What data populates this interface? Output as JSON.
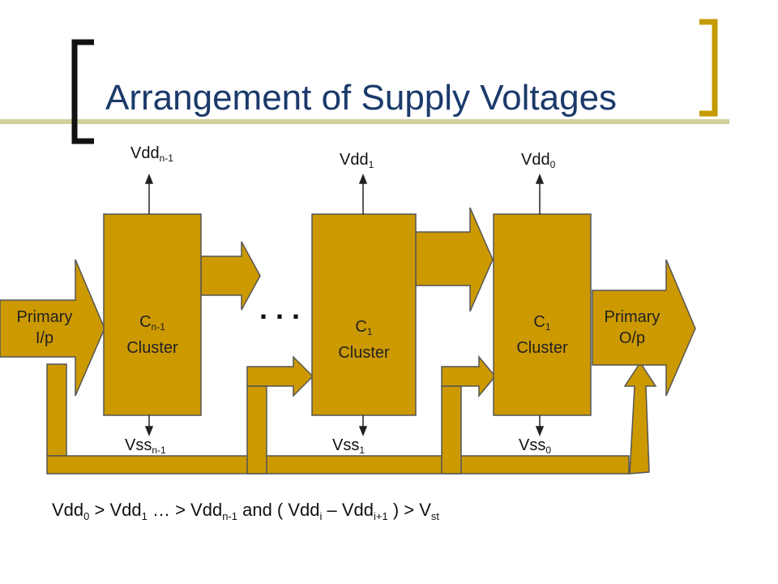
{
  "title": "Arrangement of Supply Voltages",
  "colors": {
    "accent": "#cc9900",
    "title": "#1b3a6b",
    "stroke": "#555555"
  },
  "primary_input": {
    "line1": "Primary",
    "line2": "I/p"
  },
  "primary_output": {
    "line1": "Primary",
    "line2": "O/p"
  },
  "clusters": [
    {
      "c_base": "C",
      "c_sub": "n-1",
      "label": "Cluster",
      "vdd_base": "Vdd",
      "vdd_sub": "n-1",
      "vss_base": "Vss",
      "vss_sub": "n-1"
    },
    {
      "c_base": "C",
      "c_sub": "1",
      "label": "Cluster",
      "vdd_base": "Vdd",
      "vdd_sub": "1",
      "vss_base": "Vss",
      "vss_sub": "1"
    },
    {
      "c_base": "C",
      "c_sub": "1",
      "label": "Cluster",
      "vdd_base": "Vdd",
      "vdd_sub": "0",
      "vss_base": "Vss",
      "vss_sub": "0"
    }
  ],
  "ellipsis": "...",
  "formula": {
    "p1": "Vdd",
    "s1": "0",
    "p2": " > Vdd",
    "s2": "1",
    "p3": " … > Vdd",
    "s3": "n-1",
    "p4": " and ( Vdd",
    "s4": "i",
    "p5": " – Vdd",
    "s5": "i+1",
    "p6": " ) > V",
    "s6": "st"
  }
}
